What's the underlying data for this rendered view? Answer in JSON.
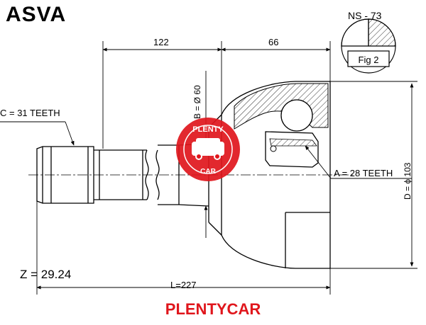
{
  "header": {
    "brand": "ASVA",
    "part_number": "NS - 73"
  },
  "drawing": {
    "fig_label": "Fig 2",
    "dim_length_left": "122",
    "dim_length_right": "66",
    "dim_diameter_b": "B = Ø 60",
    "dim_diameter_d": "D = ϕ 103",
    "teeth_c": "C = 31 TEETH",
    "teeth_a": "A = 28 TEETH",
    "total_length": "L=227",
    "z_value": "Z = 29.24"
  },
  "watermark": {
    "top_text": "PLENTY",
    "bottom_text": "CAR",
    "color": "#e0161c"
  },
  "footer": {
    "brand_text": "PLENTYCAR"
  },
  "colors": {
    "line": "#000000",
    "watermark": "#e0161c"
  }
}
